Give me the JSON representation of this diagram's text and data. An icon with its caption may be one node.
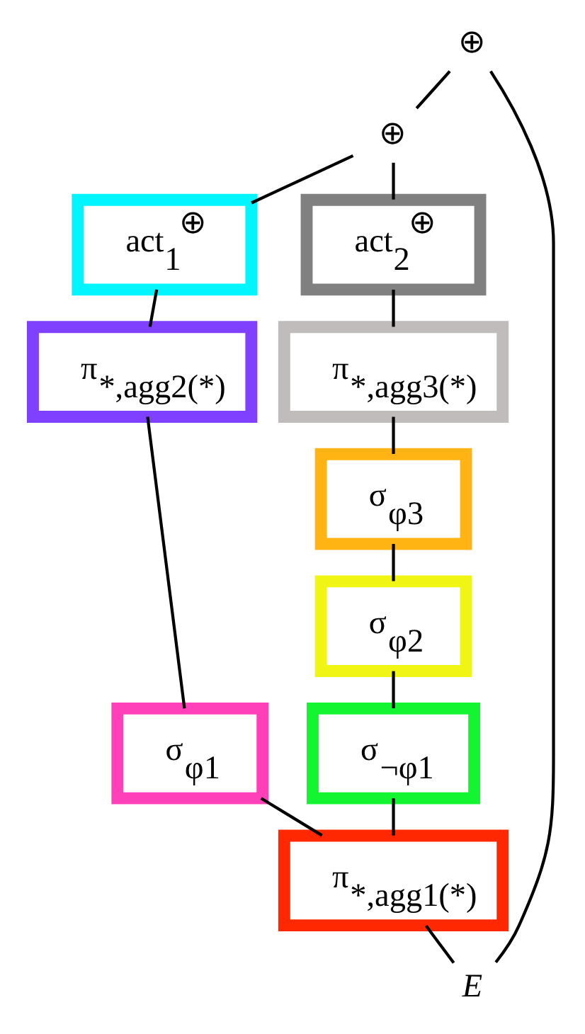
{
  "diagram": {
    "nodes": [
      {
        "text": [
          "⊕"
        ]
      },
      {
        "text": [
          "⊕"
        ]
      },
      {
        "text": [
          "act$_{1}$$^{⊕}$"
        ]
      },
      {
        "text": [
          "act$_{2}$$^{⊕}$"
        ]
      },
      {
        "text": [
          "π$_{*,agg2(*)}$"
        ]
      },
      {
        "text": [
          "π$_{*,agg3(*)}$"
        ]
      },
      {
        "text": [
          "σ$_{φ3}$"
        ]
      },
      {
        "text": [
          "σ$_{φ2}$"
        ]
      },
      {
        "text": [
          "σ$_{φ1}$"
        ]
      },
      {
        "text": [
          "σ$_{¬φ1}$"
        ]
      },
      {
        "text": [
          "π$_{*,agg1(*)}$"
        ]
      },
      {
        "text": [
          "E"
        ]
      }
    ],
    "edges": [
      {
        "from": 0,
        "to": 1,
        "arrow": "none"
      },
      {
        "from": 0,
        "to": 11,
        "arrow": "none"
      },
      {
        "from": 1,
        "to": 2,
        "arrow": "none"
      },
      {
        "from": 1,
        "to": 3,
        "arrow": "none"
      },
      {
        "from": 2,
        "to": 4,
        "arrow": "none"
      },
      {
        "from": 3,
        "to": 5,
        "arrow": "none"
      },
      {
        "from": 5,
        "to": 6,
        "arrow": "none"
      },
      {
        "from": 6,
        "to": 7,
        "arrow": "none"
      },
      {
        "from": 4,
        "to": 8,
        "arrow": "none"
      },
      {
        "from": 7,
        "to": 9,
        "arrow": "none"
      },
      {
        "from": 8,
        "to": 10,
        "arrow": "none"
      },
      {
        "from": 9,
        "to": 10,
        "arrow": "none"
      },
      {
        "from": 10,
        "to": 11,
        "arrow": "none"
      }
    ]
  }
}
